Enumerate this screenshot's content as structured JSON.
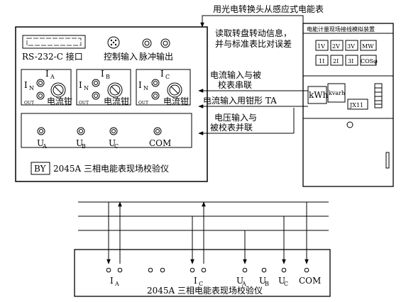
{
  "top_note": "用光电转换头从感应式电能表",
  "read_note_1": "读取转盘转动信息，",
  "read_note_2": "并与标准表比对误差",
  "rs232_label": "RS-232-C 接口",
  "control_input_label": "控制输入",
  "pulse_output_label": "脉冲输出",
  "channel_labels": [
    "电流钳",
    "电流钳",
    "电流钳"
  ],
  "channel_I": [
    "I",
    "I",
    "I"
  ],
  "channel_I_sub": [
    "A",
    "B",
    "C"
  ],
  "in_label": "I",
  "in_sub": "N",
  "out_label": "OUT",
  "voltage_terms": [
    {
      "main": "U",
      "sub": "A"
    },
    {
      "main": "U",
      "sub": "B"
    },
    {
      "main": "U",
      "sub": "C"
    },
    {
      "main": "COM",
      "sub": ""
    }
  ],
  "model_badge": "BY",
  "instrument_title": "2045A 三相电能表现场校验仪",
  "arrow1_line1": "电流输入与被",
  "arrow1_line2": "校表串联",
  "arrow2_label": "电流输入用钳形 TA",
  "arrow3_line1": "电压输入与",
  "arrow3_line2": "被校表并联",
  "cabinet_title": "电能计量现场接线模拟装置",
  "meter_buttons_row1": [
    "1V",
    "2V",
    "3V",
    "MW"
  ],
  "meter_buttons_row2": [
    "1I",
    "2I",
    "3I",
    "COSφ"
  ],
  "kwh_label": "kWh",
  "kvarh_label": "kvarh",
  "jx_label": "JX11",
  "bottom_terms": [
    {
      "main": "I",
      "sub": "A"
    },
    {
      "main": "I",
      "sub": "C"
    },
    {
      "main": "U",
      "sub": "A"
    },
    {
      "main": "U",
      "sub": "B"
    },
    {
      "main": "U",
      "sub": "C"
    },
    {
      "main": "COM",
      "sub": ""
    }
  ],
  "bottom_title": "2045A 三相电能表现场校验仪"
}
